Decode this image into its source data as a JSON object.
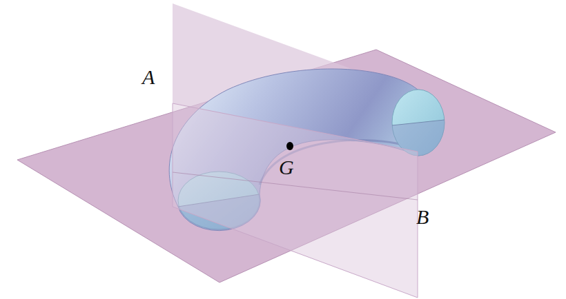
{
  "diagram": {
    "labels": [
      "A",
      "G",
      "B"
    ]
  }
}
